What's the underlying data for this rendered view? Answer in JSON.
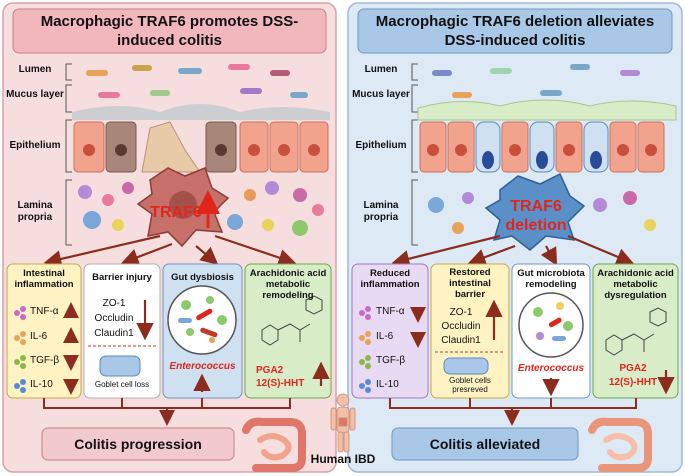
{
  "colors": {
    "left_panel_bg": "#f7dede",
    "right_panel_bg": "#dde9f5",
    "left_title_bg": "#f2b7bd",
    "right_title_bg": "#a9c8e8",
    "traf6_red": "#e0261b",
    "arrow_brown": "#8b2c1f",
    "box_yellow": "#fff3c4",
    "box_green": "#d9ecc8",
    "box_blue": "#cfe0f1",
    "box_lilac": "#e8daf2"
  },
  "left": {
    "title": "Macrophagic TRAF6 promotes DSS-induced colitis",
    "layers": {
      "lumen": "Lumen",
      "mucus": "Mucus layer",
      "epithelium": "Epithelium",
      "lamina": "Lamina propria"
    },
    "center_label": "TRAF6",
    "boxes": {
      "inflammation": {
        "title": "Intestinal inflammation",
        "cytokines": [
          "TNF-α",
          "IL-6",
          "TGF-β",
          "IL-10"
        ],
        "directions": [
          "up",
          "up",
          "down",
          "down"
        ]
      },
      "barrier": {
        "title": "Barrier injury",
        "proteins": [
          "ZO-1",
          "Occludin",
          "Claudin1"
        ],
        "caption": "Goblet cell loss"
      },
      "dysbiosis": {
        "title": "Gut dysbiosis",
        "genus": "Enterococcus"
      },
      "metabolic": {
        "title": "Arachidonic acid metabolic remodeling",
        "metabolites": [
          "PGA2",
          "12(S)-HHT"
        ]
      }
    },
    "outcome": "Colitis progression"
  },
  "right": {
    "title": "Macrophagic TRAF6 deletion alleviates DSS-induced colitis",
    "layers": {
      "lumen": "Lumen",
      "mucus": "Mucus layer",
      "epithelium": "Epithelium",
      "lamina": "Lamina propria"
    },
    "center_label": [
      "TRAF6",
      "deletion"
    ],
    "boxes": {
      "inflammation": {
        "title": "Reduced inflammation",
        "cytokines": [
          "TNF-α",
          "IL-6",
          "TGF-β",
          "IL-10"
        ]
      },
      "barrier": {
        "title": "Restored intestinal barrier",
        "proteins": [
          "ZO-1",
          "Occludin",
          "Claudin1"
        ],
        "caption": "Goblet cells presreved"
      },
      "microbiota": {
        "title": "Gut microbiota remodeling",
        "genus": "Enterococcus"
      },
      "metabolic": {
        "title": "Arachidonic acid metabolic dysregulation",
        "metabolites": [
          "PGA2",
          "12(S)-HHT"
        ]
      }
    },
    "outcome": "Colitis alleviated"
  },
  "footer": {
    "human_label": "Human IBD"
  }
}
